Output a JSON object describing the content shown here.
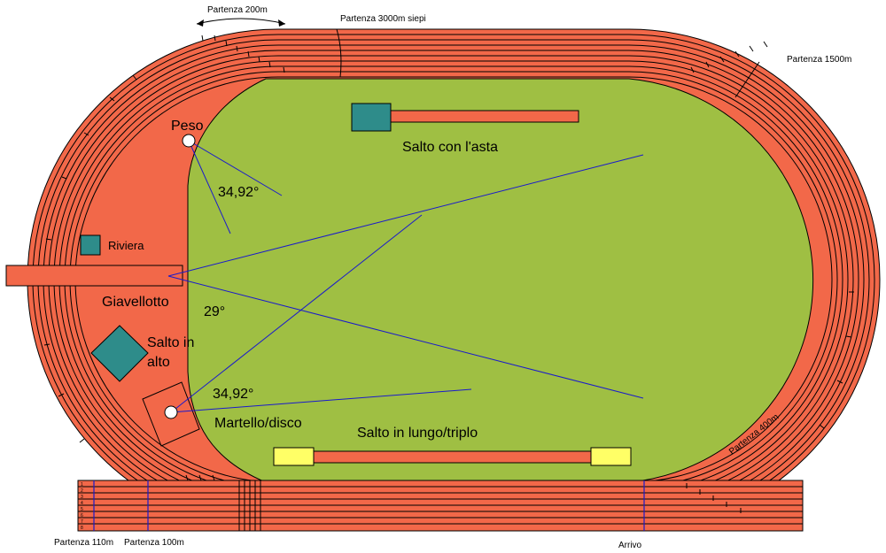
{
  "colors": {
    "track": "#f26849",
    "field": "#9fbf43",
    "teal": "#2e8c8a",
    "yellow": "#ffff66",
    "sector_line": "#1a1acc",
    "outline": "#000000"
  },
  "labels": {
    "partenza_200m": "Partenza 200m",
    "partenza_3000m_siepi": "Partenza 3000m siepi",
    "partenza_1500m": "Partenza 1500m",
    "partenza_400m": "Partenza 400m",
    "partenza_110m": "Partenza 110m",
    "partenza_100m": "Partenza 100m",
    "arrivo": "Arrivo",
    "peso": "Peso",
    "peso_angle": "34,92°",
    "salto_con_asta": "Salto con l'asta",
    "riviera": "Riviera",
    "giavellotto": "Giavellotto",
    "giavellotto_angle": "29°",
    "salto_in_alto_1": "Salto in",
    "salto_in_alto_2": "alto",
    "martello_angle": "34,92°",
    "martello_disco": "Martello/disco",
    "salto_lungo_triplo": "Salto in lungo/triplo"
  },
  "lane_numbers": [
    "1",
    "2",
    "3",
    "4",
    "5",
    "6",
    "7",
    "8"
  ]
}
